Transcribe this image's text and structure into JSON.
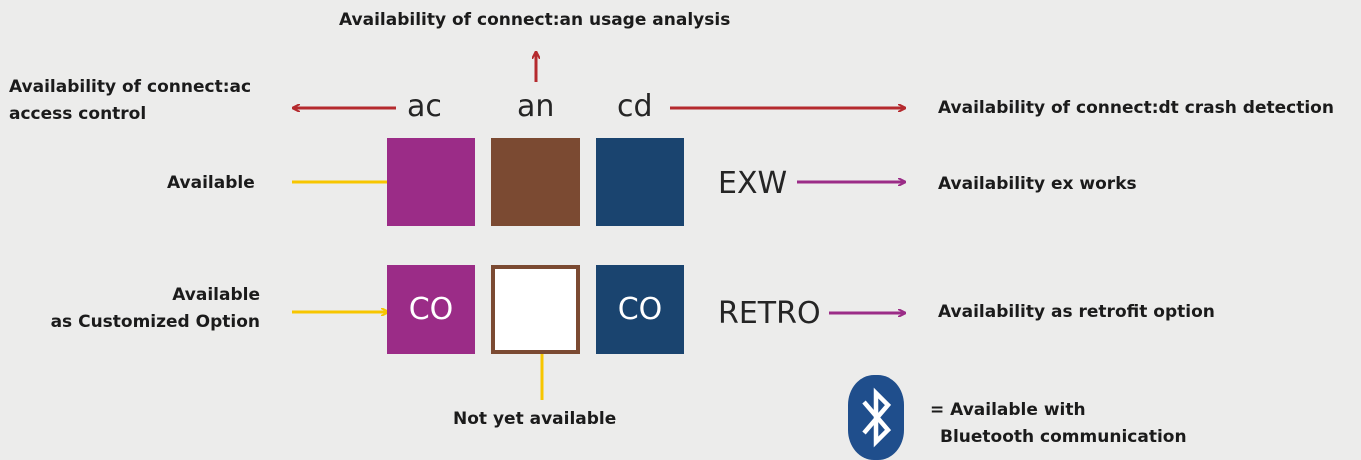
{
  "columns": {
    "ac": "ac",
    "an": "an",
    "cd": "cd"
  },
  "rows": {
    "exw": "EXW",
    "retro": "RETRO"
  },
  "codes": {
    "co_ac": "CO",
    "co_cd": "CO"
  },
  "labels": {
    "an_top": "Availability of connect:an usage analysis",
    "ac_left_line1": "Availability of connect:ac",
    "ac_left_line2": "access control",
    "cd_right": "Availability of connect:dt crash detection",
    "available": "Available",
    "available_co_line1": "Available",
    "available_co_line2": "as Customized Option",
    "exw_right": "Availability ex works",
    "retro_right": "Availability as retrofit option",
    "not_yet": "Not yet available",
    "bluetooth_line1": "= Available with",
    "bluetooth_line2": "Bluetooth communication"
  },
  "colors": {
    "background": "#ececeb",
    "ac": "#9b2c87",
    "an": "#7b4a32",
    "cd": "#1a446f",
    "arrow_red": "#b52a2e",
    "arrow_yellow": "#f7c600",
    "arrow_purple": "#9b2c87",
    "bluetooth": "#1f4e8c"
  },
  "icons": {
    "bluetooth": "bluetooth-icon"
  }
}
